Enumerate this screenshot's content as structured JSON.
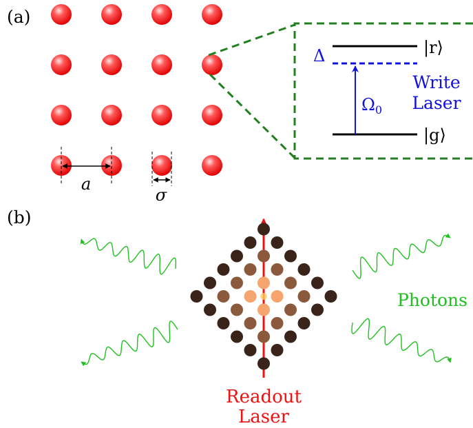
{
  "panel_a": {
    "label": "(a)",
    "lattice_rows": 4,
    "lattice_cols": 4,
    "spacing_label": "a",
    "width_label": "σ",
    "level_scheme": {
      "upper_state": "|r⟩",
      "lower_state": "|g⟩",
      "detuning": "Δ",
      "rabi": "Ω",
      "rabi_subscript": "0",
      "laser_line1": "Write",
      "laser_line2": "Laser"
    }
  },
  "panel_b": {
    "label": "(b)",
    "photons_label": "Photons",
    "readout_line1": "Readout",
    "readout_line2": "Laser"
  },
  "colors": {
    "atom": "#ff2020",
    "dashed": "#208020",
    "write_laser": "#1010e0",
    "photon": "#20c020",
    "readout": "#ee1111",
    "dot_dark": "#000000",
    "dot_mid": "#3a2318",
    "dot_brown": "#8b5a3c",
    "dot_light": "#f6a56e",
    "dot_center": "#ffce60"
  }
}
